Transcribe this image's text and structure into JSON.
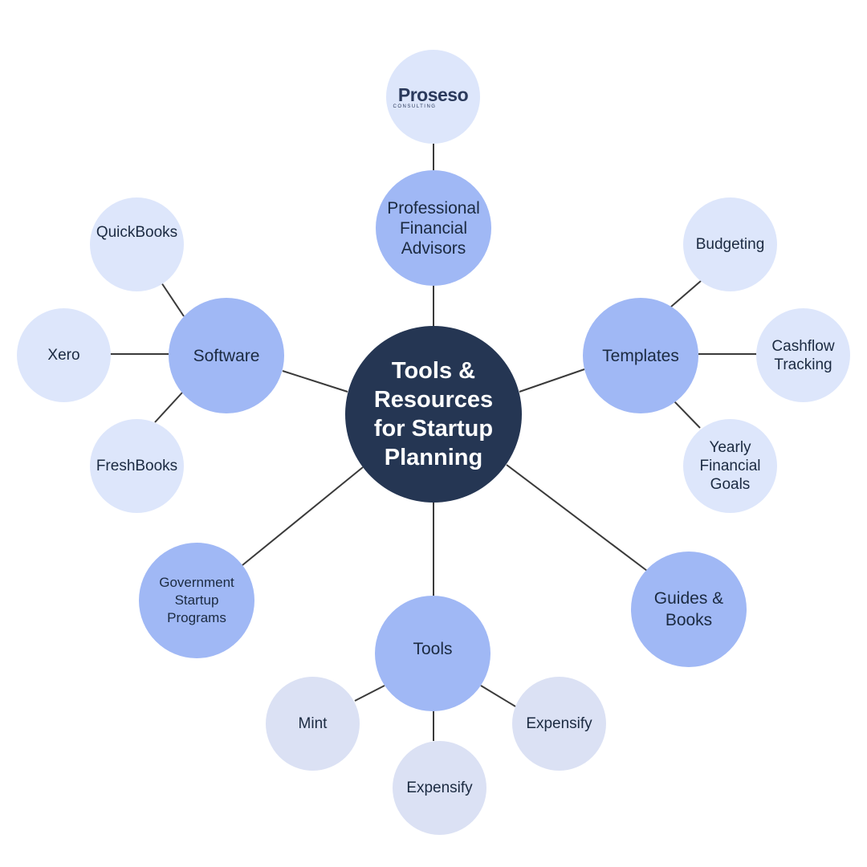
{
  "center": {
    "label": "Tools & Resources for Startup Planning"
  },
  "branches": {
    "advisors": {
      "label": "Professional Financial Advisors"
    },
    "software": {
      "label": "Software"
    },
    "templates": {
      "label": "Templates"
    },
    "government": {
      "label": "Government Startup Programs"
    },
    "tools": {
      "label": "Tools"
    },
    "guides": {
      "label": "Guides & Books"
    }
  },
  "leaves": {
    "logo": {
      "text": "Proseso",
      "subtext": "CONSULTING"
    },
    "quickbooks": "QuickBooks",
    "xero": "Xero",
    "freshbooks": "FreshBooks",
    "budgeting": "Budgeting",
    "cashflow": "Cashflow Tracking",
    "yearly": "Yearly Financial Goals",
    "mint": "Mint",
    "expensify_bottom": "Expensify",
    "expensify_right": "Expensify"
  },
  "colors": {
    "center": "#253653",
    "branch": "#a0b8f5",
    "leaf": "#dde6fb",
    "connector": "#3a3a3a"
  }
}
